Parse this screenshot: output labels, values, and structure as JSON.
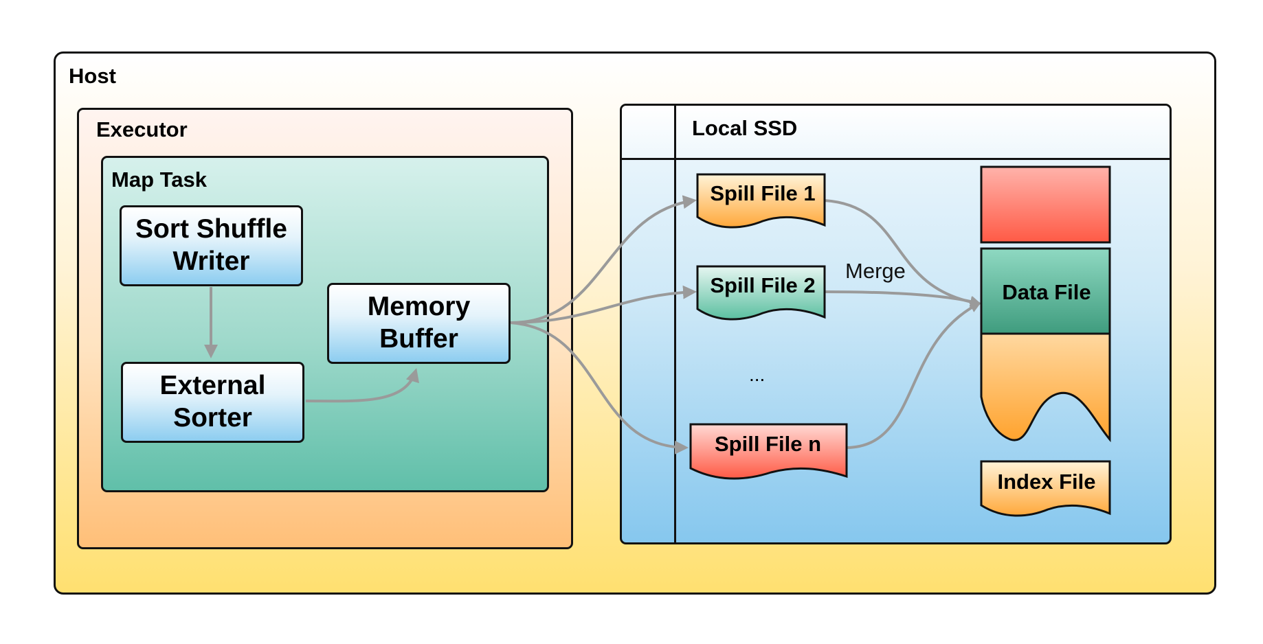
{
  "host": {
    "title": "Host"
  },
  "executor": {
    "title": "Executor"
  },
  "map_task": {
    "title": "Map Task",
    "sort_shuffle_writer": "Sort Shuffle Writer",
    "external_sorter": "External Sorter",
    "memory_buffer": "Memory Buffer"
  },
  "local_ssd": {
    "title": "Local SSD",
    "spill_files": [
      "Spill File 1",
      "Spill File 2",
      "Spill File n"
    ],
    "ellipsis": "...",
    "merge": "Merge",
    "data_file": "Data File",
    "index_file": "Index File"
  },
  "colors": {
    "arrow": "#9a9a9a",
    "orange": "#ffb04a",
    "teal": "#4fae94",
    "red": "#ff5c4a",
    "blue": "#8dcdf0"
  }
}
